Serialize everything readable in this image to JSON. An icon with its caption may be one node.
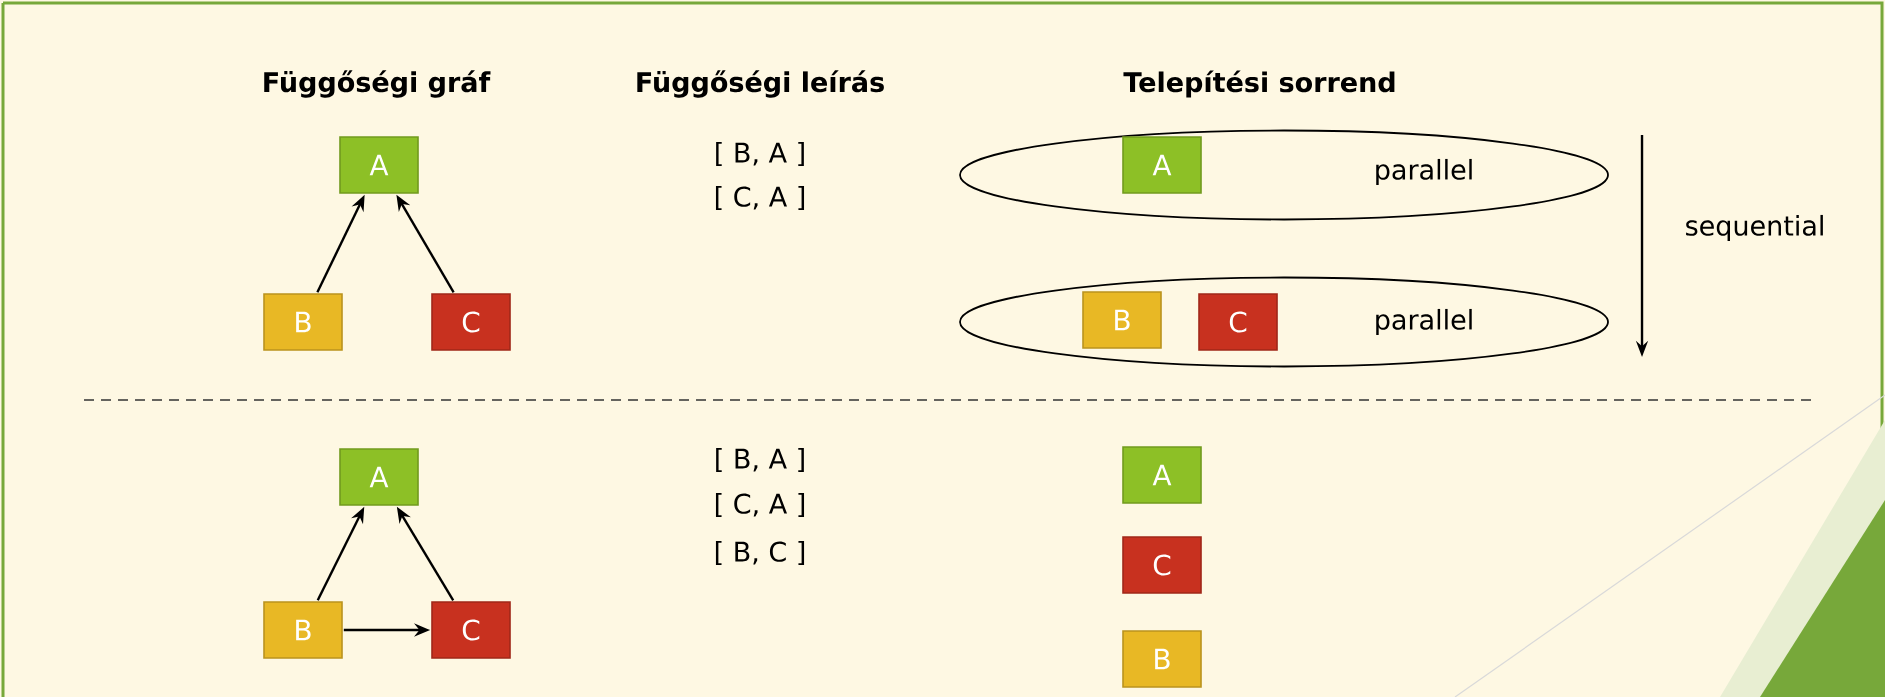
{
  "diagram": {
    "nodes": [
      {
        "text": [
          "A"
        ]
      },
      {
        "text": [
          "B"
        ]
      },
      {
        "text": [
          "C"
        ]
      },
      {
        "text": [
          "parallel"
        ]
      },
      {
        "text": [
          "A"
        ],
        "in": 3
      },
      {
        "text": [
          "parallel"
        ]
      },
      {
        "text": [
          "B"
        ],
        "in": 5
      },
      {
        "text": [
          "C"
        ],
        "in": 5
      },
      {
        "text": [
          "A"
        ]
      },
      {
        "text": [
          "B"
        ]
      },
      {
        "text": [
          "C"
        ]
      },
      {
        "text": [
          "A"
        ]
      },
      {
        "text": [
          "C"
        ]
      },
      {
        "text": [
          "B"
        ]
      }
    ],
    "edges": [
      {
        "from": 1,
        "to": 0,
        "arrow": "to"
      },
      {
        "from": 2,
        "to": 0,
        "arrow": "to"
      },
      {
        "from": 9,
        "to": 8,
        "arrow": "to"
      },
      {
        "from": 10,
        "to": 8,
        "arrow": "to"
      },
      {
        "from": 9,
        "to": 10,
        "arrow": "to"
      }
    ],
    "labels": [
      "Függőségi gráf",
      "Függőségi leírás",
      "Telepítési sorrend",
      "[ B, A ]",
      "[ C, A ]",
      "sequential",
      "[ B, A ]",
      "[ C, A ]",
      "[ B, C ]"
    ]
  }
}
